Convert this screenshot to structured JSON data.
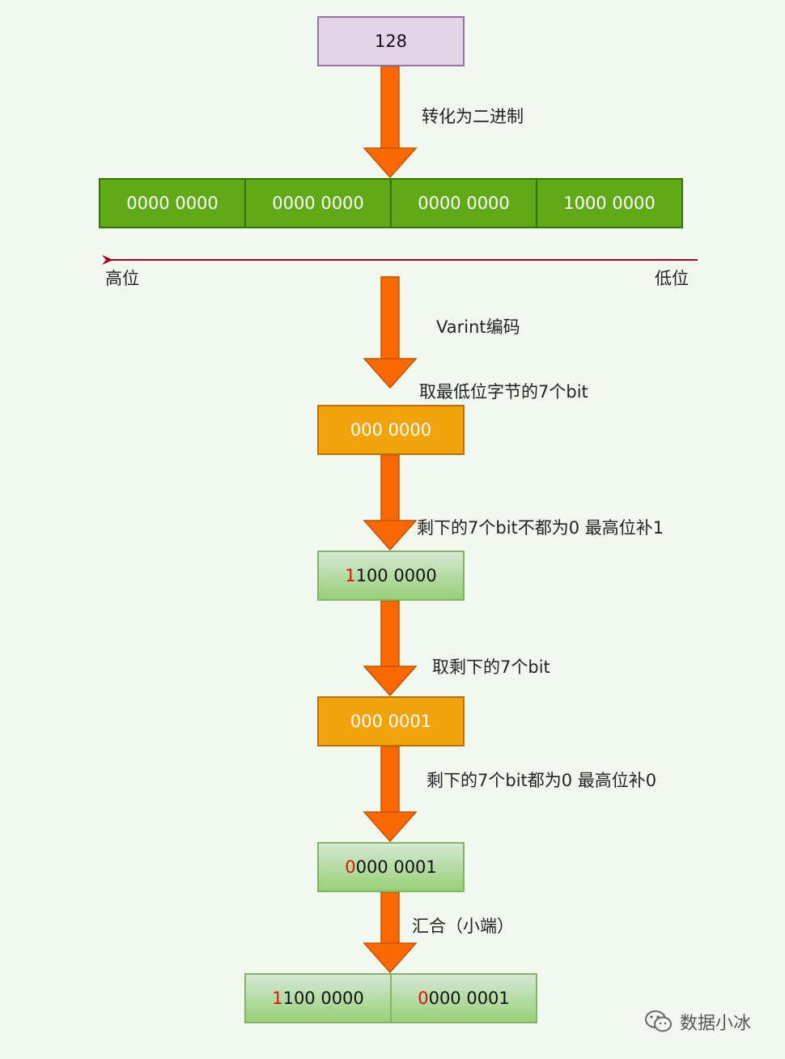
{
  "input_value": "128",
  "steps": [
    "转化为二进制",
    "Varint编码",
    "取最低位字节的7个bit",
    "剩下的7个bit不都为0 最高位补1",
    "取剩下的7个bit",
    "剩下的7个bit都为0 最高位补0",
    "汇合（小端）"
  ],
  "binary_bytes": [
    "0000 0000",
    "0000 0000",
    "0000 0000",
    "1000 0000"
  ],
  "axis": {
    "high": "高位",
    "low": "低位"
  },
  "low7_bits": "000 0000",
  "byte1": {
    "msb": "1",
    "rest": "100 0000"
  },
  "next7_bits": "000 0001",
  "byte2": {
    "msb": "0",
    "rest": "000 0001"
  },
  "result": [
    {
      "msb": "1",
      "rest": "100 0000"
    },
    {
      "msb": "0",
      "rest": "000 0001"
    }
  ],
  "watermark": "数据小冰",
  "colors": {
    "arrow": "#fa6800",
    "axis_line": "#a20025",
    "msb_highlight": "#e01010"
  }
}
